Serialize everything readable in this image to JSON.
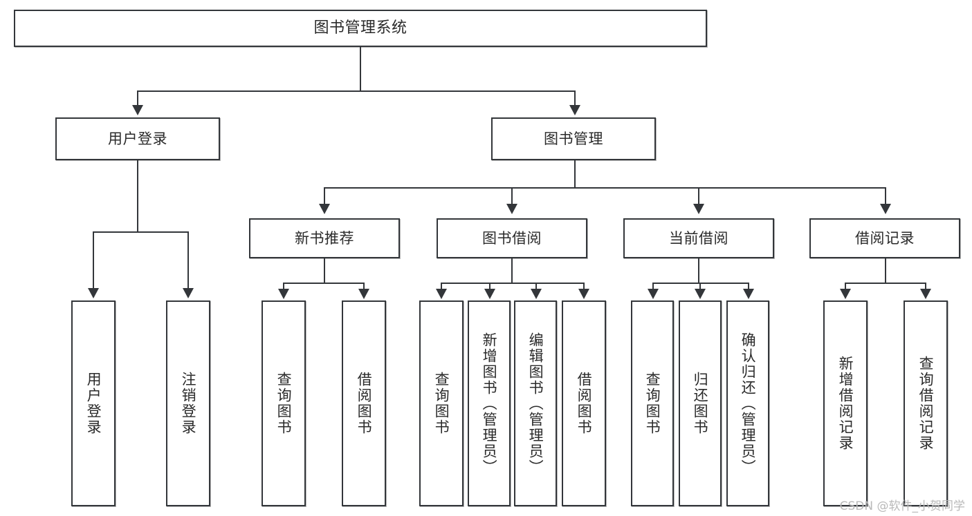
{
  "diagram": {
    "title": "图书管理系统",
    "type": "hierarchy-tree",
    "watermark": "CSDN @软件_小贺同学",
    "colors": {
      "stroke": "#33363a",
      "fill": "#ffffff",
      "text": "#2a2a2a",
      "watermark": "#b9b9b9"
    },
    "root": {
      "label": "图书管理系统"
    },
    "level2": [
      {
        "label": "用户登录"
      },
      {
        "label": "图书管理"
      }
    ],
    "level3": [
      {
        "label": "新书推荐"
      },
      {
        "label": "图书借阅"
      },
      {
        "label": "当前借阅"
      },
      {
        "label": "借阅记录"
      }
    ],
    "leaves": {
      "user_login": [
        {
          "label": "用户登录"
        },
        {
          "label": "注销登录"
        }
      ],
      "new_book_recommend": [
        {
          "label": "查询图书"
        },
        {
          "label": "借阅图书"
        }
      ],
      "book_borrow": [
        {
          "label": "查询图书"
        },
        {
          "label": "新增图书（管理员）"
        },
        {
          "label": "编辑图书（管理员）"
        },
        {
          "label": "借阅图书"
        }
      ],
      "current_borrow": [
        {
          "label": "查询图书"
        },
        {
          "label": "归还图书"
        },
        {
          "label": "确认归还（管理员）"
        }
      ],
      "borrow_record": [
        {
          "label": "新增借阅记录"
        },
        {
          "label": "查询借阅记录"
        }
      ]
    }
  }
}
